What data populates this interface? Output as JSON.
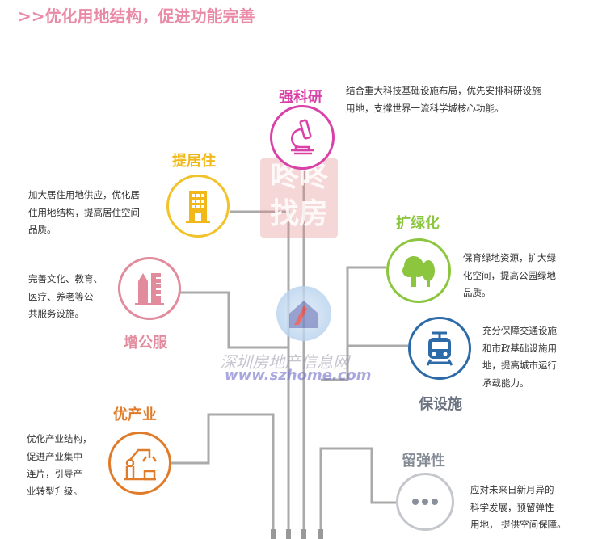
{
  "title": ">>优化用地结构，促进功能完善",
  "items": [
    {
      "key": "research",
      "label": "强科研",
      "color": "#d940a8",
      "icon": "microscope-icon",
      "desc": [
        "结合重大科技基础设施布局，优先安排科研设施",
        "用地，支撑世界一流科学城核心功能。"
      ]
    },
    {
      "key": "housing",
      "label": "提居住",
      "color": "#f2b81a",
      "icon": "building-icon",
      "desc": [
        "加大居住用地供应，优化居",
        "住用地结构，提高居住空间",
        "品质。"
      ]
    },
    {
      "key": "public",
      "label": "增公服",
      "color": "#e28b9c",
      "icon": "pencil-ruler-icon",
      "desc": [
        "完善文化、教育、",
        "医疗、养老等公",
        "共服务设施。"
      ]
    },
    {
      "key": "green",
      "label": "扩绿化",
      "color": "#8cc63f",
      "icon": "tree-icon",
      "desc": [
        "保育绿地资源，扩大绿",
        "化空间，提高公园绿地",
        "品质。"
      ]
    },
    {
      "key": "infra",
      "label": "保设施",
      "color": "#2d6aa8",
      "label_color": "#6b7380",
      "icon": "train-icon",
      "desc": [
        "充分保障交通设施",
        "和市政基础设施用",
        "地，提高城市运行",
        "承载能力。"
      ]
    },
    {
      "key": "industry",
      "label": "优产业",
      "color": "#e07b2a",
      "icon": "robot-arm-icon",
      "desc": [
        "优化产业结构，",
        "促进产业集中",
        "连片，引导产",
        "业转型升级。"
      ]
    },
    {
      "key": "flex",
      "label": "留弹性",
      "color": "#b8bcc2",
      "label_color": "#858c96",
      "icon": "more-dots-icon",
      "desc": [
        "应对未来日新月异的",
        "科学发展，预留弹性",
        "用地，  提供空间保障。"
      ]
    }
  ],
  "watermark": {
    "stamp": [
      "咚咚",
      "找房"
    ],
    "site_name": "深圳房地产信息网",
    "site_url": "www.szhome.com"
  },
  "line_color": "#aaaaaa"
}
